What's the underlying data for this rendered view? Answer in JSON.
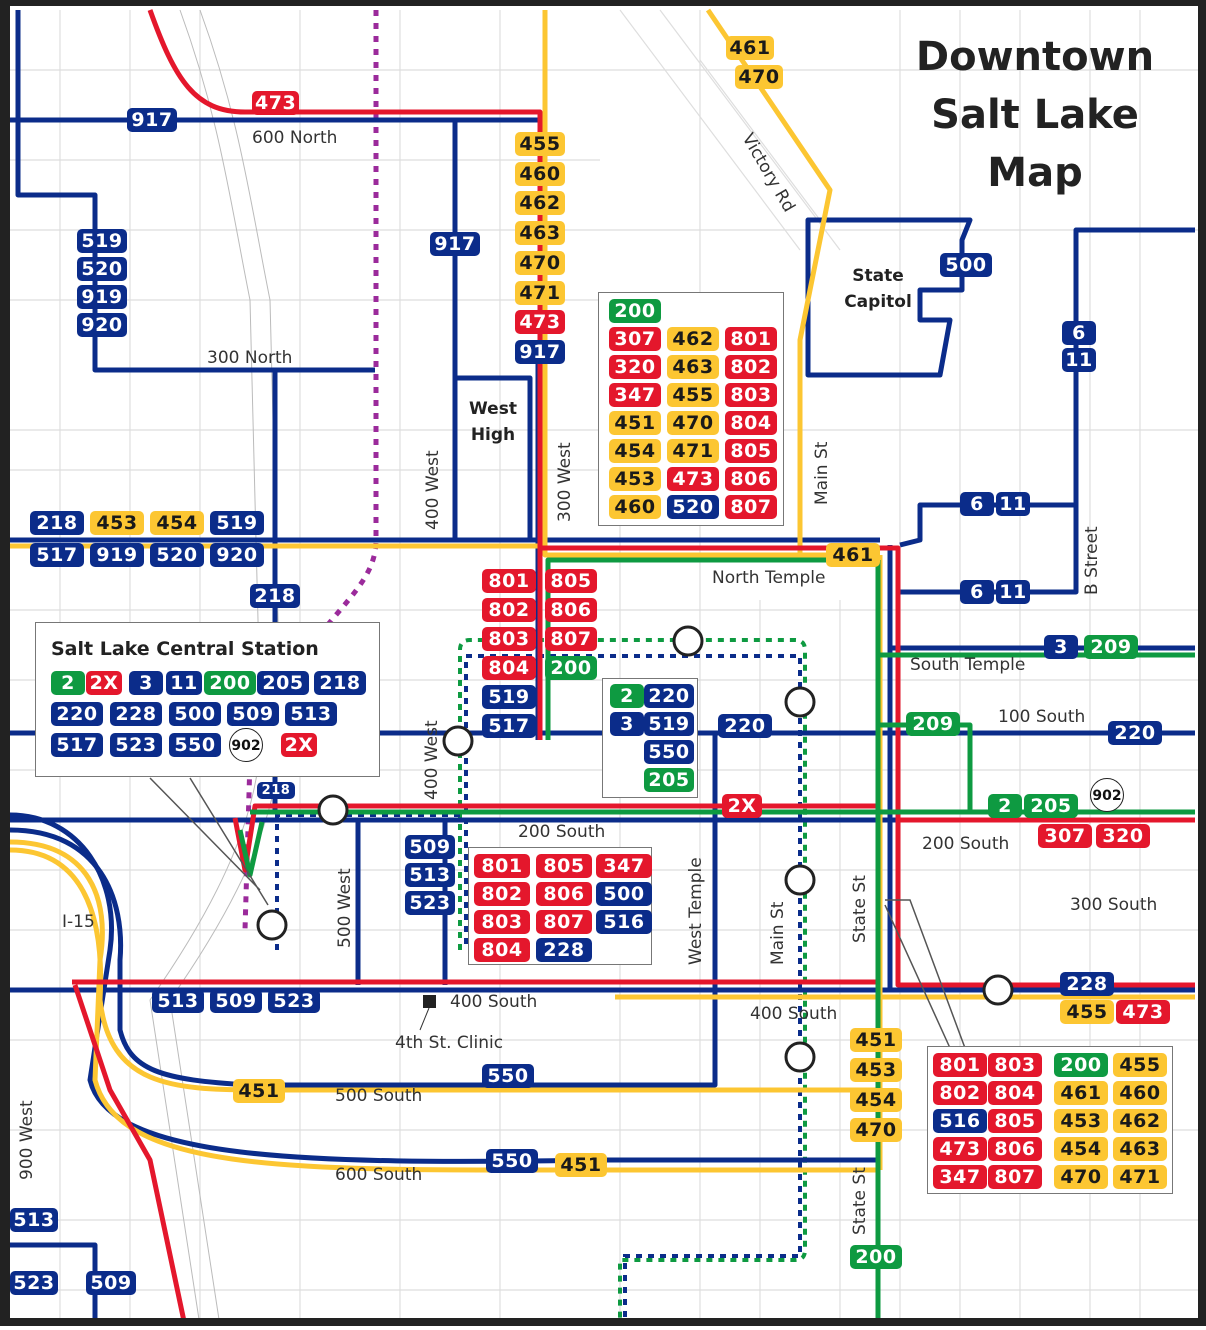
{
  "title": [
    "Downtown",
    "Salt Lake",
    "Map"
  ],
  "colors": {
    "blue": "#0b2c8a",
    "red": "#e4172c",
    "yellow": "#fcc632",
    "green": "#0e9a41",
    "purple": "#9b2a9b"
  },
  "streets": {
    "n600": "600 North",
    "n300": "300 North",
    "north_temple": "North Temple",
    "south_temple": "South Temple",
    "s100": "100 South",
    "s200a": "200 South",
    "s200b": "200 South",
    "s300": "300 South",
    "s400a": "400 South",
    "s400b": "400 South",
    "s500": "500 South",
    "s600": "600 South",
    "w400a": "400 West",
    "w400b": "400 West",
    "w300": "300 West",
    "w500": "500 West",
    "w900": "900 West",
    "main_a": "Main St",
    "main_b": "Main St",
    "state_a": "State St",
    "state_b": "State St",
    "west_temple": "West Temple",
    "b_street": "B Street",
    "victory": "Victory Rd",
    "i15": "I-15"
  },
  "places": {
    "west_high": "West High",
    "capitol": "State Capitol",
    "clinic": "4th St. Clinic"
  },
  "central_station": {
    "title": "Salt Lake Central Station",
    "rows": [
      [
        {
          "r": "2",
          "c": "green"
        },
        {
          "r": "2X",
          "c": "red"
        },
        {
          "r": "3",
          "c": "blue"
        },
        {
          "r": "11",
          "c": "blue"
        },
        {
          "r": "200",
          "c": "green"
        },
        {
          "r": "205",
          "c": "blue"
        },
        {
          "r": "218",
          "c": "blue"
        }
      ],
      [
        {
          "r": "220",
          "c": "blue"
        },
        {
          "r": "228",
          "c": "blue"
        },
        {
          "r": "500",
          "c": "blue"
        },
        {
          "r": "509",
          "c": "blue"
        },
        {
          "r": "513",
          "c": "blue"
        }
      ],
      [
        {
          "r": "517",
          "c": "blue"
        },
        {
          "r": "523",
          "c": "blue"
        },
        {
          "r": "550",
          "c": "blue"
        },
        {
          "r": "902",
          "c": "circle"
        },
        {
          "r": "2X",
          "c": "red"
        }
      ]
    ]
  },
  "north_temple_box": {
    "columns": [
      [
        {
          "r": "200",
          "c": "green"
        },
        {
          "r": "307",
          "c": "red"
        },
        {
          "r": "320",
          "c": "red"
        },
        {
          "r": "347",
          "c": "red"
        },
        {
          "r": "451",
          "c": "yellow"
        },
        {
          "r": "454",
          "c": "yellow"
        },
        {
          "r": "453",
          "c": "yellow"
        },
        {
          "r": "460",
          "c": "yellow"
        }
      ],
      [
        {
          "r": "462",
          "c": "yellow"
        },
        {
          "r": "463",
          "c": "yellow"
        },
        {
          "r": "455",
          "c": "yellow"
        },
        {
          "r": "470",
          "c": "yellow"
        },
        {
          "r": "471",
          "c": "yellow"
        },
        {
          "r": "473",
          "c": "red"
        },
        {
          "r": "520",
          "c": "blue"
        }
      ],
      [
        {
          "r": "801",
          "c": "red"
        },
        {
          "r": "802",
          "c": "red"
        },
        {
          "r": "803",
          "c": "red"
        },
        {
          "r": "804",
          "c": "red"
        },
        {
          "r": "805",
          "c": "red"
        },
        {
          "r": "806",
          "c": "red"
        },
        {
          "r": "807",
          "c": "red"
        }
      ]
    ]
  },
  "mid_box": {
    "columns": [
      [
        {
          "r": "2",
          "c": "green"
        },
        {
          "r": "3",
          "c": "blue"
        }
      ],
      [
        {
          "r": "220",
          "c": "blue"
        },
        {
          "r": "519",
          "c": "blue"
        },
        {
          "r": "550",
          "c": "blue"
        },
        {
          "r": "205",
          "c": "green"
        }
      ]
    ]
  },
  "south_box": {
    "columns": [
      [
        {
          "r": "801",
          "c": "red"
        },
        {
          "r": "802",
          "c": "red"
        },
        {
          "r": "803",
          "c": "red"
        },
        {
          "r": "804",
          "c": "red"
        }
      ],
      [
        {
          "r": "805",
          "c": "red"
        },
        {
          "r": "806",
          "c": "red"
        },
        {
          "r": "807",
          "c": "red"
        },
        {
          "r": "228",
          "c": "blue"
        }
      ],
      [
        {
          "r": "347",
          "c": "red"
        },
        {
          "r": "500",
          "c": "blue"
        },
        {
          "r": "516",
          "c": "blue"
        }
      ]
    ]
  },
  "state_box": {
    "columns": [
      [
        {
          "r": "801",
          "c": "red"
        },
        {
          "r": "802",
          "c": "red"
        },
        {
          "r": "516",
          "c": "blue"
        },
        {
          "r": "473",
          "c": "red"
        },
        {
          "r": "347",
          "c": "red"
        }
      ],
      [
        {
          "r": "803",
          "c": "red"
        },
        {
          "r": "804",
          "c": "red"
        },
        {
          "r": "805",
          "c": "red"
        },
        {
          "r": "806",
          "c": "red"
        },
        {
          "r": "807",
          "c": "red"
        }
      ],
      [
        {
          "r": "200",
          "c": "green"
        },
        {
          "r": "461",
          "c": "yellow"
        },
        {
          "r": "453",
          "c": "yellow"
        },
        {
          "r": "454",
          "c": "yellow"
        },
        {
          "r": "470",
          "c": "yellow"
        }
      ],
      [
        {
          "r": "455",
          "c": "yellow"
        },
        {
          "r": "460",
          "c": "yellow"
        },
        {
          "r": "462",
          "c": "yellow"
        },
        {
          "r": "463",
          "c": "yellow"
        },
        {
          "r": "471",
          "c": "yellow"
        }
      ]
    ]
  },
  "labels": {
    "r473_top": "473",
    "r917_a": "917",
    "r917_b": "917",
    "stack_300w": [
      "455",
      "460",
      "462",
      "463",
      "470",
      "471",
      "473",
      "917"
    ],
    "stack_300w_colors": [
      "yellow",
      "yellow",
      "yellow",
      "yellow",
      "yellow",
      "yellow",
      "red",
      "blue"
    ],
    "stack_w": [
      "519",
      "520",
      "919",
      "920"
    ],
    "victory": [
      "461",
      "470"
    ],
    "capitol_500": "500",
    "b6_11_top": [
      "6",
      "11"
    ],
    "b6_11_a": [
      "6",
      "11"
    ],
    "b6_11_b": [
      "6",
      "11"
    ],
    "nt_row1": [
      {
        "r": "218",
        "c": "blue"
      },
      {
        "r": "453",
        "c": "yellow"
      },
      {
        "r": "454",
        "c": "yellow"
      },
      {
        "r": "519",
        "c": "blue"
      }
    ],
    "nt_row2": [
      {
        "r": "517",
        "c": "blue"
      },
      {
        "r": "919",
        "c": "blue"
      },
      {
        "r": "520",
        "c": "blue"
      },
      {
        "r": "920",
        "c": "blue"
      }
    ],
    "r218_a": "218",
    "r218_b": "218",
    "r461_nt": "461",
    "stack_8xx_left": [
      {
        "r": "801",
        "c": "red"
      },
      {
        "r": "802",
        "c": "red"
      },
      {
        "r": "803",
        "c": "red"
      },
      {
        "r": "804",
        "c": "red"
      },
      {
        "r": "519",
        "c": "blue"
      },
      {
        "r": "517",
        "c": "blue"
      }
    ],
    "stack_8xx_right": [
      {
        "r": "805",
        "c": "red"
      },
      {
        "r": "806",
        "c": "red"
      },
      {
        "r": "807",
        "c": "red"
      },
      {
        "r": "200",
        "c": "green"
      }
    ],
    "r3": "3",
    "r209_a": "209",
    "r209_b": "209",
    "r220_a": "220",
    "r220_b": "220",
    "r2X": "2X",
    "r2": "2",
    "r205": "205",
    "r902": "902",
    "r307": "307",
    "r320": "320",
    "stack_400w": [
      "509",
      "513",
      "523"
    ],
    "s400_row": [
      "513",
      "509",
      "523"
    ],
    "r228": "228",
    "r455": "455",
    "r473b": "473",
    "state_stack": [
      "451",
      "453",
      "454",
      "470"
    ],
    "r200_s": "200",
    "r550_a": "550",
    "r451_a": "451",
    "r550_b": "550",
    "r451_b": "451",
    "r513_w": "513",
    "r523_w": "523",
    "r509_w": "509"
  }
}
